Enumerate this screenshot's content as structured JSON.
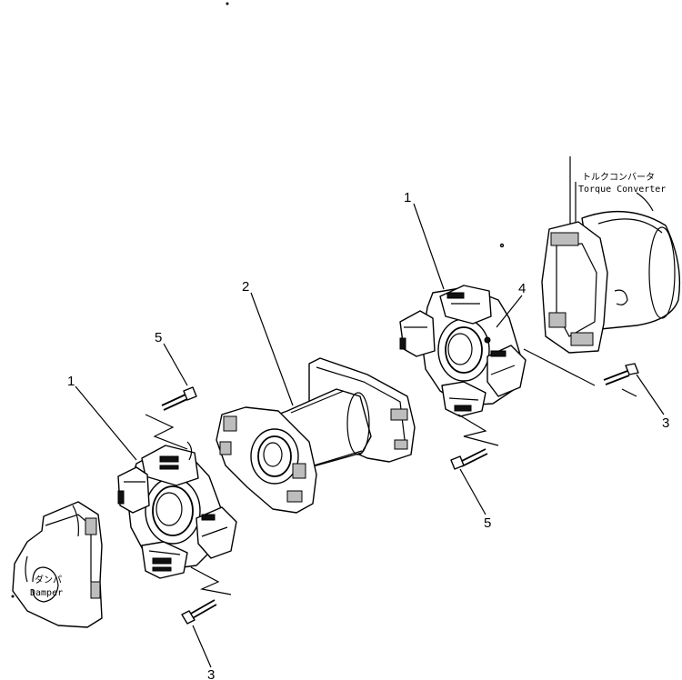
{
  "callouts": {
    "c1_left": "1",
    "c1_right": "1",
    "c2": "2",
    "c3_bottom": "3",
    "c3_right": "3",
    "c4": "4",
    "c5_left": "5",
    "c5_right": "5"
  },
  "labels": {
    "torque_converter_jp": "トルクコンバータ",
    "torque_converter_en": "Torque Converter",
    "damper_jp": "ダンパ",
    "damper_en": "Damper"
  }
}
